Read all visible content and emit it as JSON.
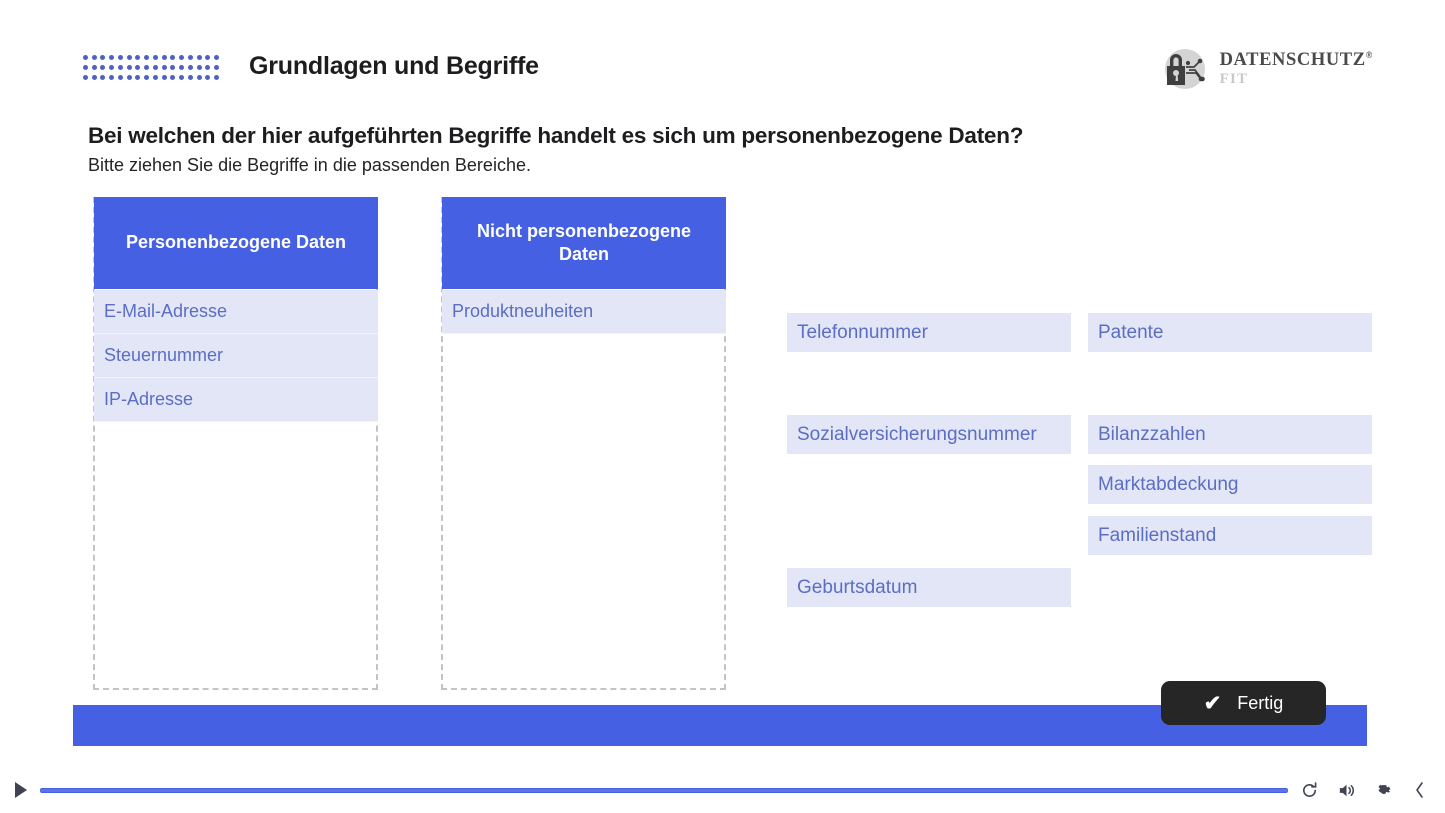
{
  "header": {
    "title": "Grundlagen und Begriffe",
    "dots_rows": 3,
    "dots_cols": 16,
    "dot_color": "#4f62c4"
  },
  "brand": {
    "icon": "padlock-circuit-icon",
    "main": "DATENSCHUTZ",
    "registered": "®",
    "sub": "FIT"
  },
  "prompt": {
    "question": "Bei welchen der hier aufgeführten Begriffe handelt es sich um personenbezogene Daten?",
    "instruction": "Bitte ziehen Sie die Begriffe in die passenden Bereiche."
  },
  "dropzones": [
    {
      "id": "personenbezogene",
      "title": "Personenbezogene Daten",
      "items": [
        "E-Mail-Adresse",
        "Steuernummer",
        "IP-Adresse"
      ]
    },
    {
      "id": "nicht-personenbezogene",
      "title": "Nicht personenbezogene Daten",
      "items": [
        "Produktneuheiten"
      ]
    }
  ],
  "bank": {
    "left_column": [
      "Telefonnummer",
      "Sozialversicherungsnummer",
      "Geburtsdatum"
    ],
    "right_column": [
      "Patente",
      "Bilanzzahlen",
      "Marktabdeckung",
      "Familienstand"
    ]
  },
  "actions": {
    "done_label": "Fertig",
    "done_check": "✔"
  },
  "player": {
    "play_icon": "play-icon",
    "progress_percent": 0,
    "icons": [
      "replay-icon",
      "volume-icon",
      "settings-gear-icon",
      "collapse-chevron-left-icon"
    ]
  },
  "colors": {
    "accent_blue": "#4560e2",
    "chip_bg": "#e3e6f7",
    "chip_text": "#5b6ec4",
    "dashed_border": "#c4c4c4",
    "button_dark": "#262626"
  }
}
